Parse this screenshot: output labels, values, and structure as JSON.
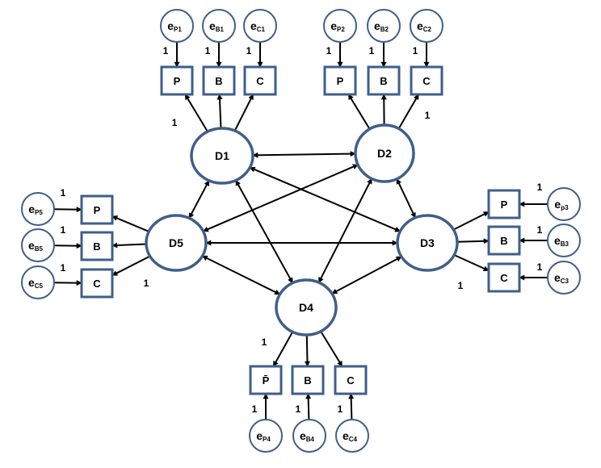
{
  "latents": [
    {
      "id": "D1",
      "label": "D1"
    },
    {
      "id": "D2",
      "label": "D2"
    },
    {
      "id": "D3",
      "label": "D3"
    },
    {
      "id": "D4",
      "label": "D4"
    },
    {
      "id": "D5",
      "label": "D5"
    }
  ],
  "indicators": [
    {
      "id": "P1",
      "label": "P"
    },
    {
      "id": "B1",
      "label": "B"
    },
    {
      "id": "C1",
      "label": "C"
    },
    {
      "id": "P2",
      "label": "P"
    },
    {
      "id": "B2",
      "label": "B"
    },
    {
      "id": "C2",
      "label": "C"
    },
    {
      "id": "P3",
      "label": "P"
    },
    {
      "id": "B3",
      "label": "B"
    },
    {
      "id": "C3",
      "label": "C"
    },
    {
      "id": "P4",
      "label": "P̄"
    },
    {
      "id": "B4",
      "label": "B"
    },
    {
      "id": "C4",
      "label": "C"
    },
    {
      "id": "P5",
      "label": "P"
    },
    {
      "id": "B5",
      "label": "B"
    },
    {
      "id": "C5",
      "label": "C"
    }
  ],
  "errors": [
    {
      "id": "eP1",
      "base": "e",
      "sub": "P1"
    },
    {
      "id": "eB1",
      "base": "e",
      "sub": "B1"
    },
    {
      "id": "eC1",
      "base": "e",
      "sub": "C1"
    },
    {
      "id": "eP2",
      "base": "e",
      "sub": "P2"
    },
    {
      "id": "eB2",
      "base": "e",
      "sub": "B2"
    },
    {
      "id": "eC2",
      "base": "e",
      "sub": "C2"
    },
    {
      "id": "eP3",
      "base": "e",
      "sub": "p3"
    },
    {
      "id": "eB3",
      "base": "e",
      "sub": "B3"
    },
    {
      "id": "eC3",
      "base": "e",
      "sub": "C3"
    },
    {
      "id": "eP4",
      "base": "e",
      "sub": "P4"
    },
    {
      "id": "eB4",
      "base": "e",
      "sub": "B4"
    },
    {
      "id": "eC4",
      "base": "e",
      "sub": "C4"
    },
    {
      "id": "eP5",
      "base": "e",
      "sub": "P5"
    },
    {
      "id": "eB5",
      "base": "e",
      "sub": "B5"
    },
    {
      "id": "eC5",
      "base": "e",
      "sub": "C5"
    }
  ],
  "loading_arrows": [
    {
      "from": "D1",
      "to": "P1"
    },
    {
      "from": "D1",
      "to": "B1"
    },
    {
      "from": "D1",
      "to": "C1"
    },
    {
      "from": "D2",
      "to": "P2"
    },
    {
      "from": "D2",
      "to": "B2"
    },
    {
      "from": "D2",
      "to": "C2"
    },
    {
      "from": "D3",
      "to": "P3"
    },
    {
      "from": "D3",
      "to": "B3"
    },
    {
      "from": "D3",
      "to": "C3"
    },
    {
      "from": "D4",
      "to": "P4"
    },
    {
      "from": "D4",
      "to": "B4"
    },
    {
      "from": "D4",
      "to": "C4"
    },
    {
      "from": "D5",
      "to": "P5"
    },
    {
      "from": "D5",
      "to": "B5"
    },
    {
      "from": "D5",
      "to": "C5"
    }
  ],
  "error_arrows": [
    {
      "from": "eP1",
      "to": "P1"
    },
    {
      "from": "eB1",
      "to": "B1"
    },
    {
      "from": "eC1",
      "to": "C1"
    },
    {
      "from": "eP2",
      "to": "P2"
    },
    {
      "from": "eB2",
      "to": "B2"
    },
    {
      "from": "eC2",
      "to": "C2"
    },
    {
      "from": "eP3",
      "to": "P3"
    },
    {
      "from": "eB3",
      "to": "B3"
    },
    {
      "from": "eC3",
      "to": "C3"
    },
    {
      "from": "eP4",
      "to": "P4"
    },
    {
      "from": "eB4",
      "to": "B4"
    },
    {
      "from": "eC4",
      "to": "C4"
    },
    {
      "from": "eP5",
      "to": "P5"
    },
    {
      "from": "eB5",
      "to": "B5"
    },
    {
      "from": "eC5",
      "to": "C5"
    }
  ],
  "covariances": [
    {
      "a": "D1",
      "b": "D2"
    },
    {
      "a": "D1",
      "b": "D5"
    },
    {
      "a": "D1",
      "b": "D4"
    },
    {
      "a": "D1",
      "b": "D3"
    },
    {
      "a": "D2",
      "b": "D3"
    },
    {
      "a": "D2",
      "b": "D5"
    },
    {
      "a": "D2",
      "b": "D4"
    },
    {
      "a": "D5",
      "b": "D3"
    },
    {
      "a": "D5",
      "b": "D4"
    },
    {
      "a": "D3",
      "b": "D4"
    }
  ],
  "fixed_labels": [
    {
      "id": "err-P1",
      "text": "1"
    },
    {
      "id": "err-B1",
      "text": "1"
    },
    {
      "id": "err-C1",
      "text": "1"
    },
    {
      "id": "err-P2",
      "text": "1"
    },
    {
      "id": "err-B2",
      "text": "1"
    },
    {
      "id": "err-C2",
      "text": "1"
    },
    {
      "id": "err-P3",
      "text": "1"
    },
    {
      "id": "err-B3",
      "text": "1"
    },
    {
      "id": "err-C3",
      "text": "1"
    },
    {
      "id": "err-P4",
      "text": "1"
    },
    {
      "id": "err-B4",
      "text": "1"
    },
    {
      "id": "err-C4",
      "text": "1"
    },
    {
      "id": "err-P5",
      "text": "1"
    },
    {
      "id": "err-B5",
      "text": "1"
    },
    {
      "id": "err-C5",
      "text": "1"
    },
    {
      "id": "load-D1",
      "text": "1"
    },
    {
      "id": "load-D2",
      "text": "1"
    },
    {
      "id": "load-D3",
      "text": "1"
    },
    {
      "id": "load-D4",
      "text": "1"
    },
    {
      "id": "load-D5",
      "text": "1"
    }
  ],
  "colors": {
    "node_outline": "#3f5f8a",
    "arrow": "#000000",
    "background": "#ffffff"
  }
}
